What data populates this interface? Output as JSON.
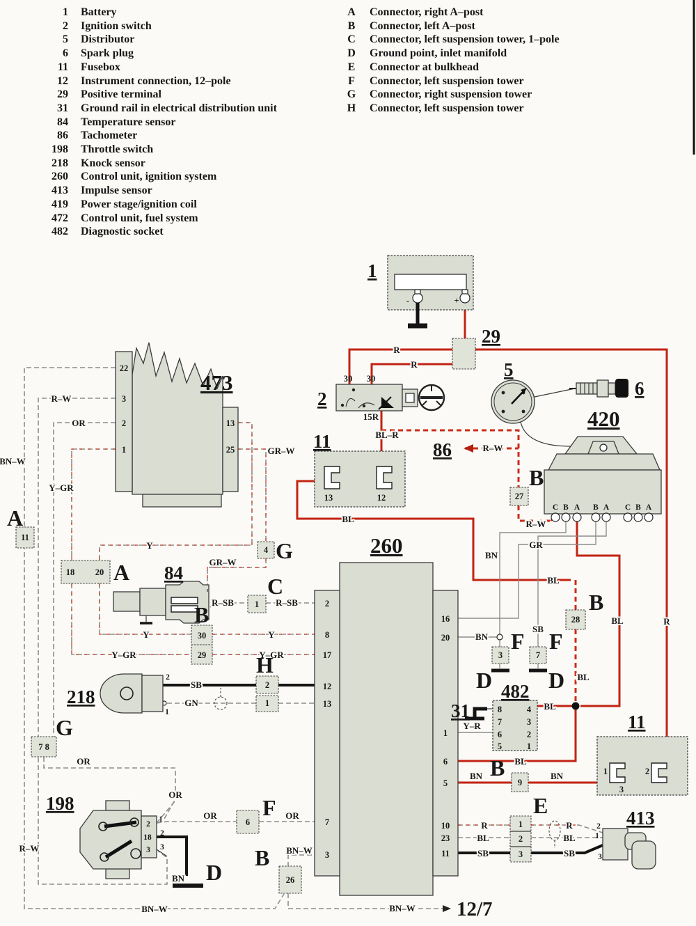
{
  "legend_left": [
    {
      "num": "1",
      "label": "Battery"
    },
    {
      "num": "2",
      "label": "Ignition switch"
    },
    {
      "num": "5",
      "label": "Distributor"
    },
    {
      "num": "6",
      "label": "Spark plug"
    },
    {
      "num": "11",
      "label": "Fusebox"
    },
    {
      "num": "12",
      "label": "Instrument connection, 12–pole"
    },
    {
      "num": "29",
      "label": "Positive terminal"
    },
    {
      "num": "31",
      "label": "Ground rail in electrical distribution unit"
    },
    {
      "num": "84",
      "label": "Temperature sensor"
    },
    {
      "num": "86",
      "label": "Tachometer"
    },
    {
      "num": "198",
      "label": "Throttle switch"
    },
    {
      "num": "218",
      "label": "Knock sensor"
    },
    {
      "num": "260",
      "label": "Control unit, ignition system"
    },
    {
      "num": "413",
      "label": "Impulse sensor"
    },
    {
      "num": "419",
      "label": "Power stage/ignition coil"
    },
    {
      "num": "472",
      "label": "Control unit, fuel system"
    },
    {
      "num": "482",
      "label": "Diagnostic socket"
    }
  ],
  "legend_right": [
    {
      "letter": "A",
      "label": "Connector, right A–post"
    },
    {
      "letter": "B",
      "label": "Connector, left A–post"
    },
    {
      "letter": "C",
      "label": "Connector, left suspension tower, 1–pole"
    },
    {
      "letter": "D",
      "label": "Ground point, inlet manifold"
    },
    {
      "letter": "E",
      "label": "Connector at bulkhead"
    },
    {
      "letter": "F",
      "label": "Connector, left suspension tower"
    },
    {
      "letter": "G",
      "label": "Connector, right suspension tower"
    },
    {
      "letter": "H",
      "label": "Connector, left suspension tower"
    }
  ],
  "comp": {
    "battery": "1",
    "ignition_switch": "2",
    "distributor": "5",
    "spark_plug": "6",
    "fusebox": "11",
    "positive_terminal": "29",
    "ground_rail": "31",
    "tachometer": "86",
    "fuel_ecu": "473",
    "ignition_ecu": "260",
    "temp_sensor": "84",
    "knock_sensor": "218",
    "throttle_switch": "198",
    "impulse_sensor": "413",
    "power_stage": "420",
    "diagnostic_socket": "482",
    "instrument_ref": "12/7"
  },
  "letters": {
    "a": "A",
    "b": "B",
    "c": "C",
    "d": "D",
    "e": "E",
    "f": "F",
    "g": "G",
    "h": "H"
  },
  "w": {
    "r": "R",
    "rw": "R–W",
    "or": "OR",
    "bnw": "BN–W",
    "ygr": "Y–GR",
    "y": "Y",
    "grw": "GR–W",
    "rsb": "R–SB",
    "sb": "SB",
    "gn": "GN",
    "bn": "BN",
    "bl": "BL",
    "blr": "BL–R",
    "gr": "GR",
    "yr": "Y–R",
    "t15r": "15R",
    "plus": "+",
    "minus": "-"
  },
  "pins": {
    "a11": "11",
    "a18": "18",
    "a20": "20",
    "g4": "4",
    "g78": "7 8",
    "c1": "1",
    "b30": "30",
    "b29": "29",
    "b27": "27",
    "b28": "28",
    "b9": "9",
    "b26": "26",
    "f3": "3",
    "f7": "7",
    "f6": "6",
    "h2": "2",
    "h1": "1",
    "e": [
      "1",
      "2",
      "3"
    ]
  },
  "t473": {
    "left": [
      "22",
      "3",
      "2",
      "1"
    ],
    "right": [
      "13",
      "25"
    ]
  },
  "t260": {
    "left": [
      "2",
      "8",
      "17",
      "12",
      "13",
      "7",
      "3"
    ],
    "right": [
      "16",
      "20",
      "1",
      "6",
      "5",
      "10",
      "23",
      "11"
    ]
  },
  "t420": [
    "C",
    "B",
    "A",
    "B",
    "A",
    "C",
    "B",
    "A"
  ],
  "t482": {
    "left": [
      "8",
      "7",
      "6",
      "5"
    ],
    "right": [
      "4",
      "3",
      "2",
      "1"
    ]
  },
  "t198": {
    "inner": [
      "2",
      "18",
      "3"
    ],
    "outer": [
      "1",
      "2",
      "3"
    ]
  },
  "t218": [
    "2",
    "1"
  ],
  "t413": [
    "2",
    "1",
    "3"
  ],
  "fuses_top": [
    "13",
    "12"
  ],
  "fuses_right": [
    "1",
    "2",
    "3"
  ],
  "battery_terms": [
    "-",
    "+"
  ],
  "ign_terms": [
    "30",
    "30"
  ]
}
